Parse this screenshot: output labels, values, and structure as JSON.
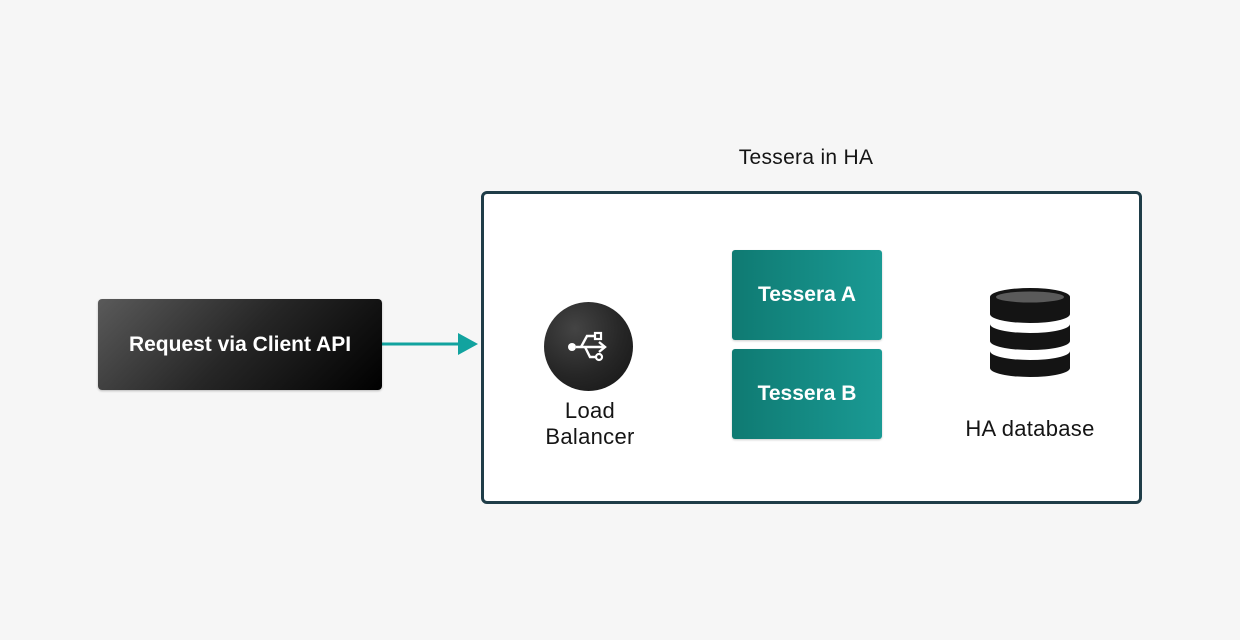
{
  "client": {
    "request_label": "Request via Client API"
  },
  "ha_group": {
    "title": "Tessera in HA"
  },
  "load_balancer": {
    "label_line1": "Load",
    "label_line2": "Balancer",
    "icon": "usb-fork-icon"
  },
  "nodes": [
    {
      "label": "Tessera A"
    },
    {
      "label": "Tessera B"
    }
  ],
  "database": {
    "label": "HA database",
    "icon": "database-icon"
  },
  "colors": {
    "accent": "#12a39f",
    "frame_border": "#1f3d48",
    "node_fill_start": "#0f7a72",
    "node_fill_end": "#1a9a94",
    "dark_fill": "#262626",
    "background": "#f6f6f6"
  }
}
